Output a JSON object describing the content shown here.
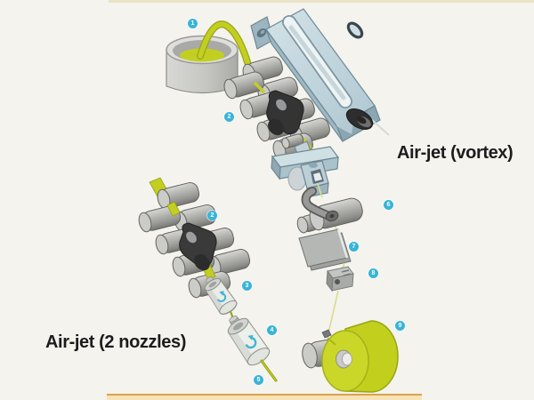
{
  "page": {
    "background": "#f4f3ed"
  },
  "labels": {
    "vortex": "Air-jet (vortex)",
    "two_nozzles": "Air-jet (2 nozzles)"
  },
  "markers": {
    "m1": "1",
    "m2": "2",
    "m2b": "2",
    "m3": "3",
    "m4": "4",
    "m5": "5",
    "m6": "6",
    "m7": "7",
    "m8": "8",
    "m9": "9"
  },
  "colors": {
    "marker_blue": "#39b4d8",
    "sliver_yellow": "#c3cf20",
    "package_yellow": "#c6d226",
    "machine_blue_top": "#c2d5dc",
    "machine_blue_side": "#a4bcc8",
    "roller_gray": "#a8a8a5",
    "apron_dark": "#343434",
    "nozzle_arrow_cyan": "#3fb4d6",
    "band_orange": "#dca14c",
    "band_fill": "#f7e3b7",
    "label_text": "#1c1c1c"
  },
  "icons": {
    "marker": "numbered-circle",
    "nozzle_flow": "swirl-arrow"
  }
}
